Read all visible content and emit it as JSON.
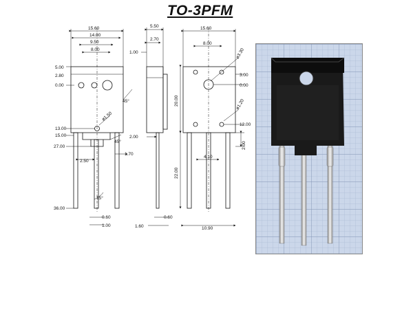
{
  "title": "TO-3PFM",
  "front_view": {
    "widths": [
      "15.60",
      "14.00",
      "9.50",
      "8.00"
    ],
    "heights": [
      "5.00",
      "2.80",
      "0.00",
      "13.00",
      "15.00",
      "27.00",
      "36.00"
    ],
    "angle_top": "45°",
    "hole_dia": "ø1.50",
    "angle_tab": "45°",
    "pitch": "2.50",
    "lead_w": "1.70",
    "angle_lead": "15°",
    "lead_thk": "0.60",
    "lead_bottom": "1.00"
  },
  "side_view": {
    "top": [
      "5.50",
      "2.70",
      "1.00"
    ],
    "tab": "2.00",
    "bottom": [
      "0.60",
      "1.60"
    ]
  },
  "back_view": {
    "widths": [
      "15.60",
      "8.00"
    ],
    "right": [
      "ø3.30",
      "3.00",
      "0.00",
      "ø1.20",
      "12.00",
      "2.00"
    ],
    "left": [
      "20.00",
      "22.00"
    ],
    "pitch": "4.10",
    "bottom": "10.90"
  }
}
